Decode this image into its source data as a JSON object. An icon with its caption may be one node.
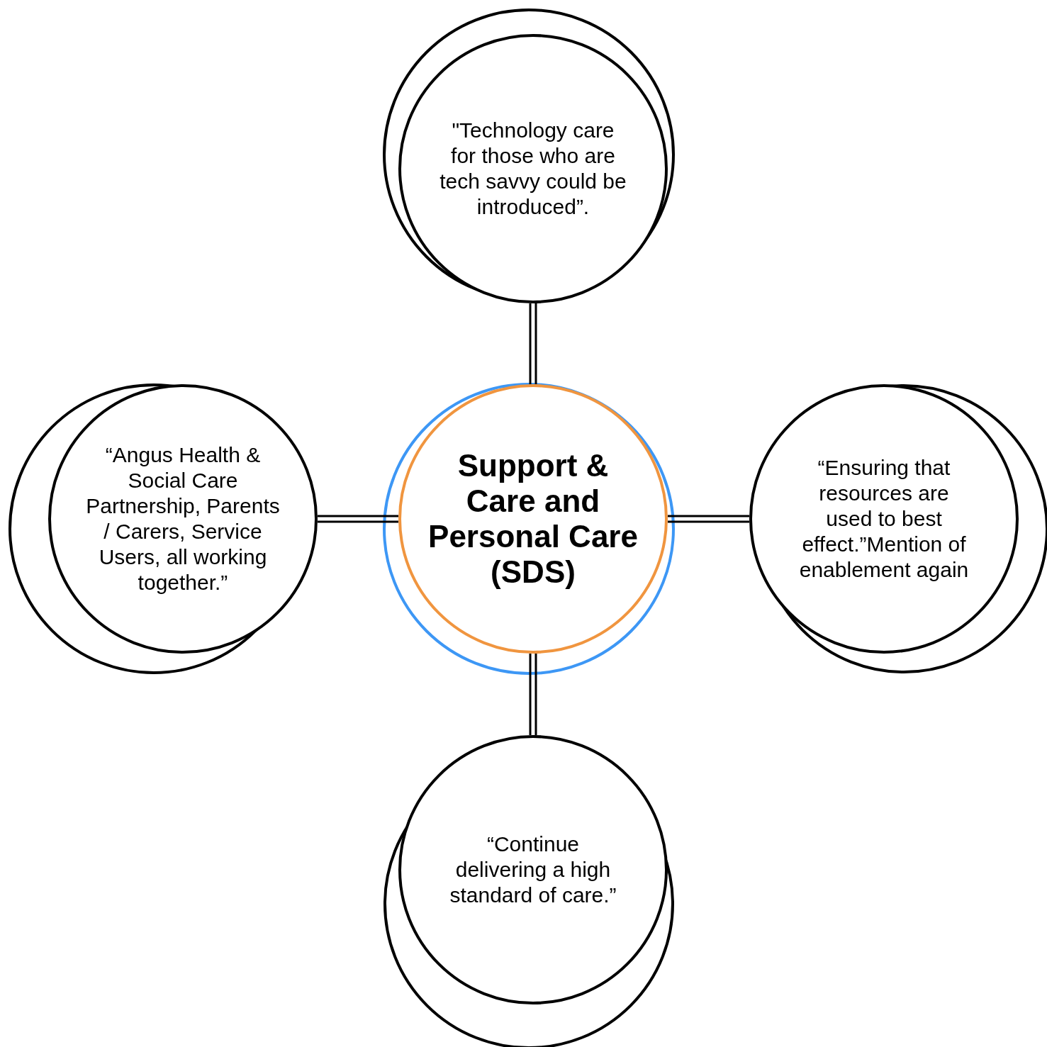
{
  "diagram": {
    "nodes": [
      {
        "text": [
          "\"Technology care for those who are tech savvy could be introduced”."
        ]
      },
      {
        "text": [
          "“Angus Health & Social Care Partnership, Parents / Carers, Service Users, all working together.”"
        ]
      },
      {
        "text": [
          "Support & Care and Personal Care (SDS)"
        ]
      },
      {
        "text": [
          "“Ensuring that resources are used to best effect.”Mention of enablement again"
        ]
      },
      {
        "text": [
          "“Continue delivering a high standard of care.”"
        ]
      }
    ],
    "edges": [
      {
        "from": 2,
        "to": 0,
        "arrow": "none"
      },
      {
        "from": 2,
        "to": 1,
        "arrow": "none"
      },
      {
        "from": 2,
        "to": 3,
        "arrow": "none"
      },
      {
        "from": 2,
        "to": 4,
        "arrow": "none"
      }
    ]
  }
}
